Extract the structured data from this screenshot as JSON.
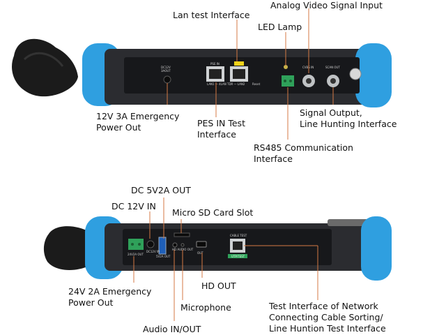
{
  "top_device": {
    "labels": {
      "lan_test": "Lan test Interface",
      "analog_video": "Analog Video Signal Input",
      "led_lamp": "LED Lamp",
      "emergency_12v": [
        "12V 3A Emergency",
        "Power Out"
      ],
      "pes_in": [
        "PES IN Test",
        "Interface"
      ],
      "signal_output": [
        "Signal Output,",
        "Line Hunting Interface"
      ],
      "rs485": [
        "RS485 Communication",
        "Interface"
      ]
    },
    "panel_text": {
      "dc_out": "DC12V",
      "dc_out2": "3AOUT",
      "pse_in": "PSE IN",
      "lan_ports": "LAN1 — 4LAN TDR — LAN2",
      "reset": "Reset",
      "cvbs_in": "CVBS IN",
      "scan_out": "SCAN OUT"
    }
  },
  "bottom_device": {
    "labels": {
      "dc_5v2a": "DC 5V2A OUT",
      "dc_12v_in": "DC 12V IN",
      "micro_sd": "Micro SD Card Slot",
      "emergency_24v": [
        "24V 2A Emergency",
        "Power Out"
      ],
      "hd_out": "HD OUT",
      "microphone": "Microphone",
      "audio_io": "Audio IN/OUT",
      "test_interface": [
        "Test Interface of Network",
        "Connecting Cable Sorting/",
        "Line Huntion Test Interface"
      ]
    },
    "panel_text": {
      "cable_test": "CABLE TEST",
      "utp_test": "UTP/TEST",
      "dc_in": "DC12V IN",
      "usb": "5V2A OUT",
      "audio_out": "HD AUDIO OUT",
      "hdmi_out": "OUT",
      "out_24v": "24V2A OUT"
    }
  },
  "colors": {
    "bumper": "#2f9fe0",
    "body": "#2b2c30",
    "panel": "#17181b",
    "leader": "#d67a45",
    "terminal": "#2fa15a",
    "lan_yellow": "#f3d21a"
  }
}
